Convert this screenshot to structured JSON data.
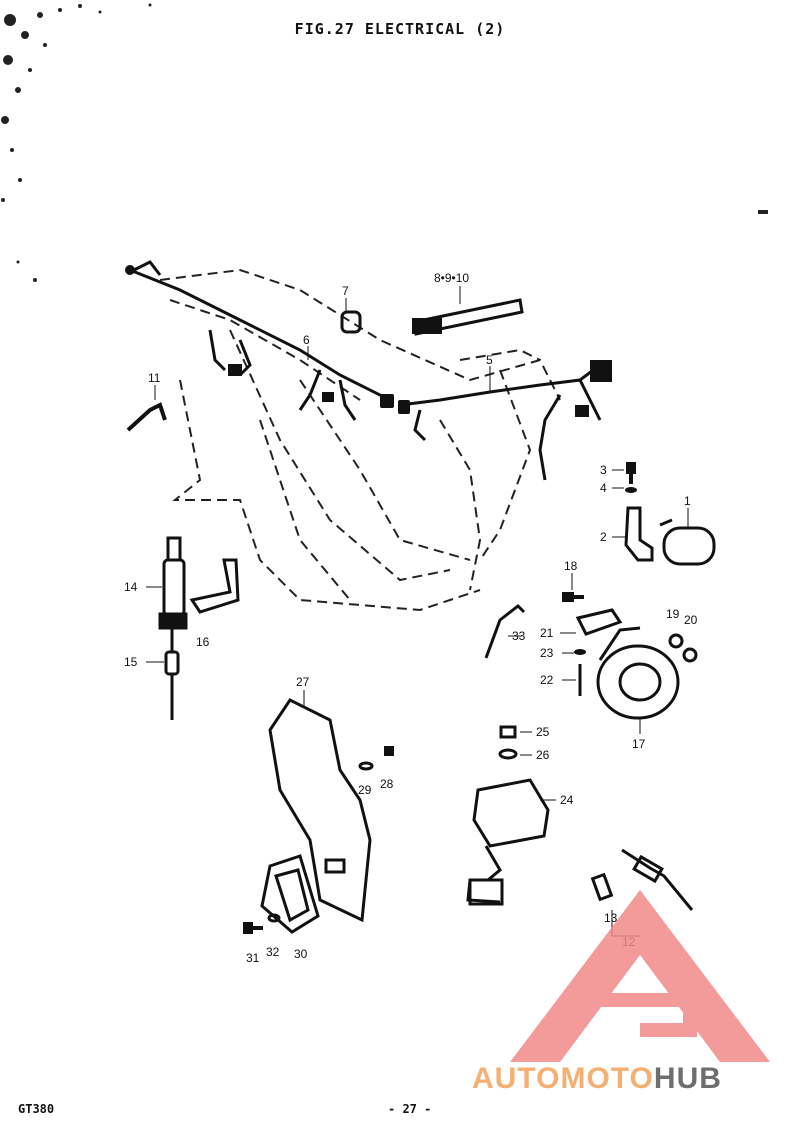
{
  "header": {
    "title": "FIG.27  ELECTRICAL (2)"
  },
  "footer": {
    "model": "GT380",
    "page": "- 27 -"
  },
  "watermark": {
    "part1": "AUTOMOTO",
    "part2": "HUB",
    "color_part1": "#f4a25a",
    "color_part2": "#555555",
    "triangle_color": "#f28a8a"
  },
  "callouts": [
    {
      "id": "c1",
      "text": "1"
    },
    {
      "id": "c2",
      "text": "2"
    },
    {
      "id": "c3",
      "text": "3"
    },
    {
      "id": "c4",
      "text": "4"
    },
    {
      "id": "c5",
      "text": "5"
    },
    {
      "id": "c6",
      "text": "6"
    },
    {
      "id": "c7",
      "text": "7"
    },
    {
      "id": "c8",
      "text": "8•9•10"
    },
    {
      "id": "c11",
      "text": "11"
    },
    {
      "id": "c12",
      "text": "12"
    },
    {
      "id": "c13",
      "text": "13"
    },
    {
      "id": "c14",
      "text": "14"
    },
    {
      "id": "c15",
      "text": "15"
    },
    {
      "id": "c16",
      "text": "16"
    },
    {
      "id": "c17",
      "text": "17"
    },
    {
      "id": "c18",
      "text": "18"
    },
    {
      "id": "c19",
      "text": "19"
    },
    {
      "id": "c20",
      "text": "20"
    },
    {
      "id": "c21",
      "text": "21"
    },
    {
      "id": "c22",
      "text": "22"
    },
    {
      "id": "c23",
      "text": "23"
    },
    {
      "id": "c24",
      "text": "24"
    },
    {
      "id": "c25",
      "text": "25"
    },
    {
      "id": "c26",
      "text": "26"
    },
    {
      "id": "c27",
      "text": "27"
    },
    {
      "id": "c28",
      "text": "28"
    },
    {
      "id": "c29",
      "text": "29"
    },
    {
      "id": "c30",
      "text": "30"
    },
    {
      "id": "c31",
      "text": "31"
    },
    {
      "id": "c32",
      "text": "32"
    },
    {
      "id": "c33",
      "text": "33"
    }
  ]
}
